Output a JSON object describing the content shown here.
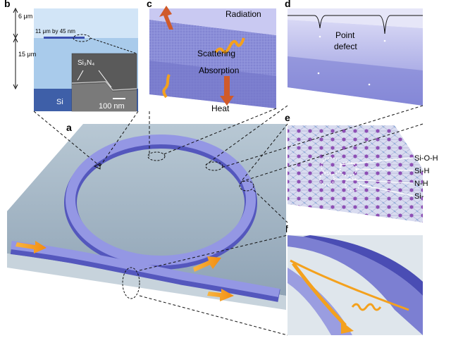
{
  "panels": {
    "a": {
      "letter": "a"
    },
    "b": {
      "letter": "b",
      "top_thickness": "6 μm",
      "bottom_thickness": "15 μm",
      "waveguide_dims": "11 μm by 45 nm",
      "material_core": "Si₃N₄",
      "substrate": "Si",
      "scale_bar": "100 nm"
    },
    "c": {
      "letter": "c",
      "radiation": "Radiation",
      "scattering": "Scattering",
      "absorption": "Absorption",
      "heat": "Heat"
    },
    "d": {
      "letter": "d",
      "point_defect": "Point\ndefect"
    },
    "e": {
      "letter": "e",
      "bonds": [
        "Si-O-H",
        "Si-H",
        "N-H",
        "Si-"
      ]
    },
    "f": {
      "letter": "f"
    }
  },
  "colors": {
    "waveguide": "#8a8ce0",
    "waveguide_dark": "#5d60c4",
    "chip": "#9fb2c2",
    "chip_top": "#b9c9d4",
    "arrow": "#f4a11d",
    "cladding_light": "#cfe2f5",
    "cladding": "#a9cbeb",
    "si": "#3e5fa8"
  }
}
